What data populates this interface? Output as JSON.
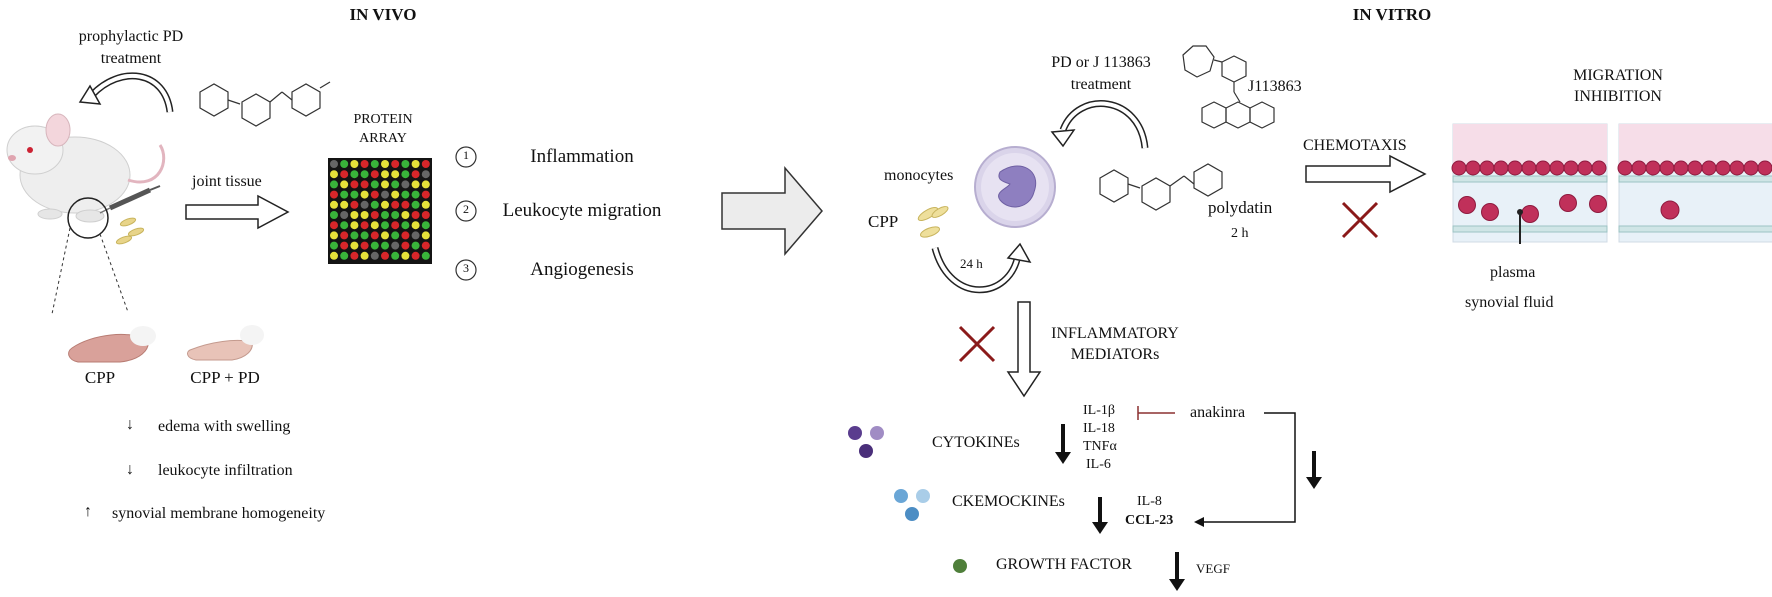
{
  "in_vivo": {
    "title": "IN VIVO",
    "treatment_line1": "prophylactic PD",
    "treatment_line2": "treatment",
    "joint_tissue": "joint tissue",
    "protein_array_line1": "PROTEIN",
    "protein_array_line2": "ARRAY",
    "pathways": [
      {
        "num": "1",
        "label": "Inflammation"
      },
      {
        "num": "2",
        "label": "Leukocyte migration"
      },
      {
        "num": "3",
        "label": "Angiogenesis"
      }
    ],
    "paw_cpp": "CPP",
    "paw_cpp_pd": "CPP + PD",
    "effects": [
      {
        "arrow": "↓",
        "label": "edema with swelling"
      },
      {
        "arrow": "↓",
        "label": "leukocyte infiltration"
      },
      {
        "arrow": "↑",
        "label": "synovial membrane homogeneity"
      }
    ]
  },
  "in_vitro": {
    "title": "IN VITRO",
    "treatment_line1": "PD or J 113863",
    "treatment_line2": "treatment",
    "j113863": "J113863",
    "polydatin": "polydatin",
    "time_2h": "2 h",
    "monocytes": "monocytes",
    "cpp": "CPP",
    "time_24h": "24 h",
    "chemotaxis": "CHEMOTAXIS",
    "migration_line1": "MIGRATION",
    "migration_line2": "INHIBITION",
    "plasma": "plasma",
    "synovial_fluid": "synovial fluid",
    "inflammatory_line1": "INFLAMMATORY",
    "inflammatory_line2": "MEDIATORs",
    "cytokines": "CYTOKINEs",
    "cytokine_list": [
      "IL-1β",
      "IL-18",
      "TNFα",
      "IL-6"
    ],
    "anakinra": "anakinra",
    "chemokines": "CKEMOCKINEs",
    "il8": "IL-8",
    "ccl23": "CCL-23",
    "growth_factor": "GROWTH FACTOR",
    "vegf": "VEGF"
  },
  "colors": {
    "cytokine_dots": "#5e3f8f",
    "chemokine_dots": "#6aa6d6",
    "growth_dot": "#4f7f3a",
    "red_cross": "#8b1a1a",
    "cell_red": "#c0305a",
    "array_red": "#d8262a",
    "array_green": "#39b43a",
    "array_yellow": "#e6e23a"
  }
}
